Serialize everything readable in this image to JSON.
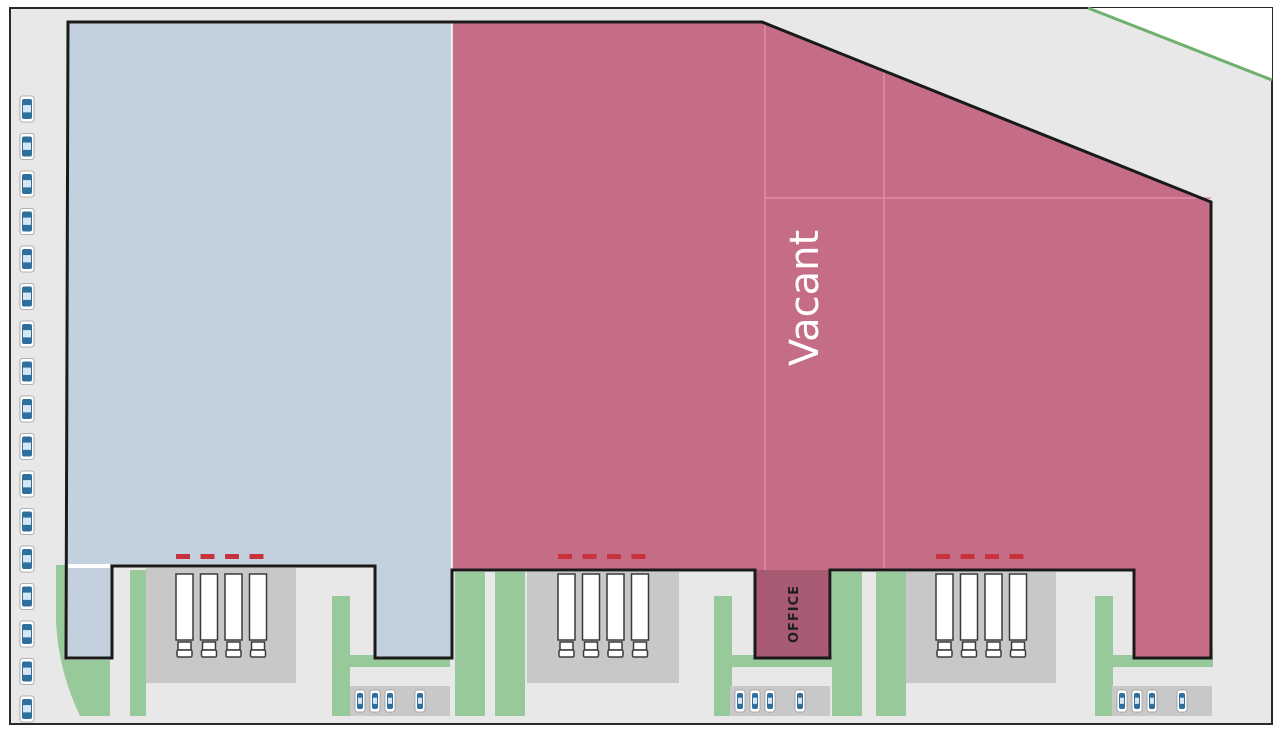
{
  "labels": {
    "vacant": "Vacant",
    "office": "OFFICE"
  },
  "colors": {
    "background": "#e8e8e8",
    "occupied_unit": "#c3d1df",
    "vacant_unit": "#c56d87",
    "dock_yard": "#c8c8c8",
    "landscape": "#98c99b",
    "road_edge": "#6fb06f",
    "dock_marker": "#c8323c",
    "car": "#2f6f9e",
    "building_outline": "#1a1a1a"
  },
  "icons": {
    "vehicle_parking": "car-icon",
    "loading_dock": "truck-icon",
    "dock_door": "dock-door-marker"
  }
}
